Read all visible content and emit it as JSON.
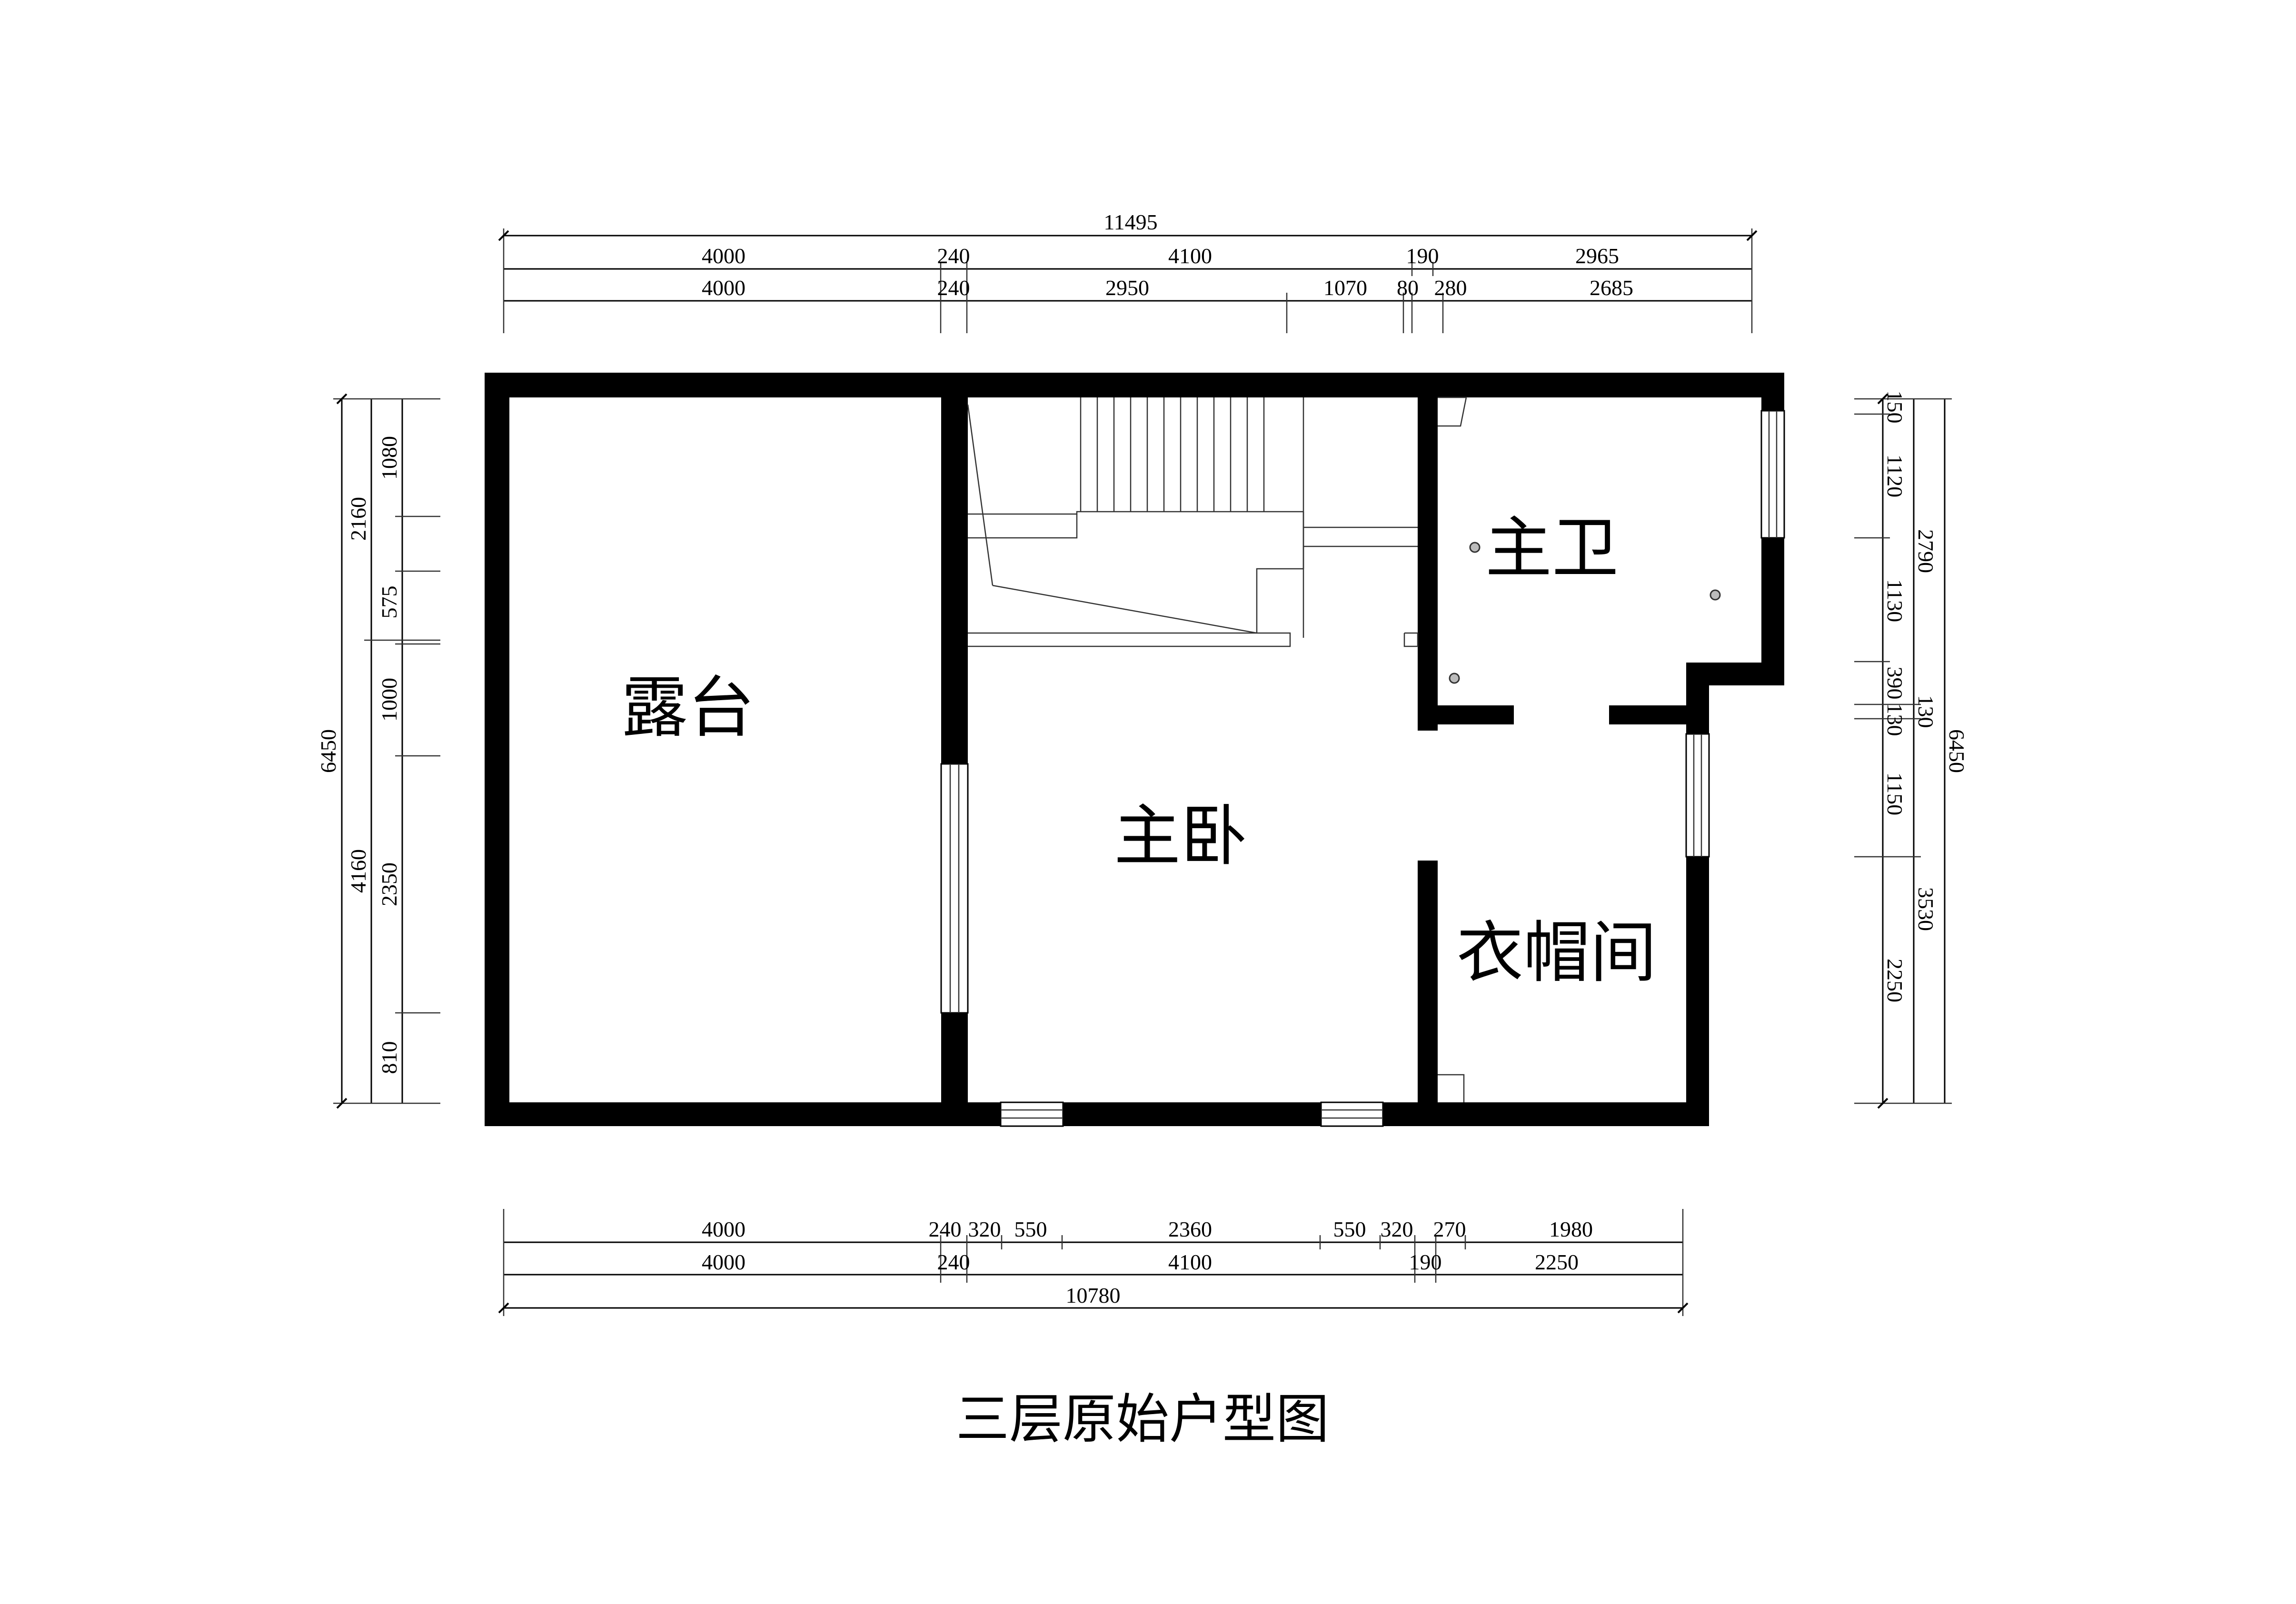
{
  "title": "三层原始户型图",
  "rooms": {
    "terrace": "露台",
    "master_bedroom": "主卧",
    "master_bath": "主卫",
    "cloakroom": "衣帽间"
  },
  "dimensions": {
    "top_total": "11495",
    "top_row1": [
      "4000",
      "240",
      "4100",
      "190",
      "2965"
    ],
    "top_row2": [
      "4000",
      "240",
      "2950",
      "1070",
      "80",
      "280",
      "2685"
    ],
    "bottom_row1": [
      "4000",
      "240",
      "320",
      "550",
      "2360",
      "550",
      "320",
      "270",
      "1980"
    ],
    "bottom_row2": [
      "4000",
      "240",
      "4100",
      "190",
      "2250"
    ],
    "bottom_total": "10780",
    "left_total": "6450",
    "left_mid": [
      "2160",
      "4160"
    ],
    "left_inner": [
      "1080",
      "575",
      "1000",
      "2350",
      "810"
    ],
    "right_inner": [
      "150",
      "1120",
      "1130",
      "390",
      "130",
      "1150",
      "2250"
    ],
    "right_mid": [
      "2790",
      "130",
      "3530"
    ],
    "right_total": "6450"
  }
}
